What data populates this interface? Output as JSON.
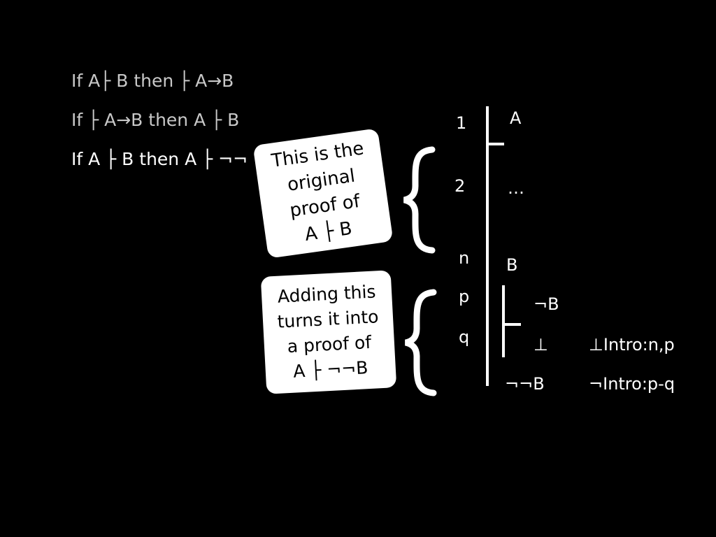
{
  "statements": [
    {
      "text": "If A├ B then ├ A→B"
    },
    {
      "text": "If  ├ A→B then A ├ B"
    },
    {
      "text": "If A ├ B then A ├ ¬¬"
    }
  ],
  "proof": {
    "line_numbers": [
      "1",
      "2",
      "n",
      "p",
      "q"
    ],
    "formulas": {
      "a": "A",
      "dots": "…",
      "b": "B",
      "not_b": "¬B",
      "bottom": "⊥",
      "not_not_b": "¬¬B"
    },
    "justifications": {
      "bottom_intro": "⊥Intro:n,p",
      "neg_intro": "¬Intro:p-q"
    }
  },
  "callouts": {
    "original": [
      "This is the",
      "original",
      "proof of",
      "A ├ B"
    ],
    "adding": [
      "Adding this",
      "turns it into",
      "a proof of",
      "A ├ ¬¬B"
    ]
  },
  "colors": {
    "background": "#000000",
    "text": "#ffffff",
    "dim_text": "#c8c8c8",
    "callout_bg": "#ffffff",
    "callout_text": "#000000"
  }
}
